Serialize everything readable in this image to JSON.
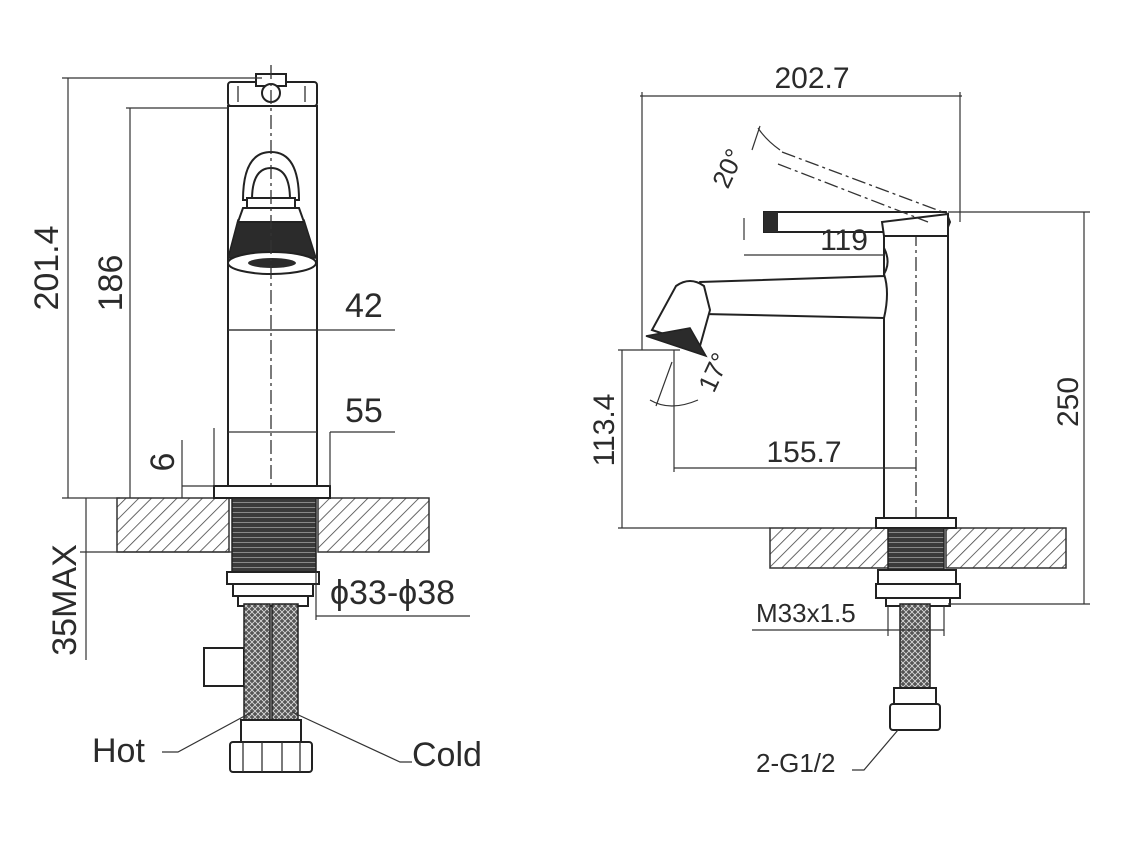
{
  "front_view": {
    "overall_height": "201.4",
    "spout_height": "186",
    "body_width": "42",
    "base_width": "55",
    "base_height": "6",
    "max_deck_thickness": "35MAX",
    "hole_diameter": "ϕ33-ϕ38",
    "hot_label": "Hot",
    "cold_label": "Cold"
  },
  "side_view": {
    "overall_length": "202.7",
    "lever_angle": "20°",
    "lever_length": "119",
    "outlet_height": "113.4",
    "spout_angle": "17°",
    "spout_reach": "155.7",
    "total_height": "250",
    "thread_size": "M33x1.5",
    "hose_connection": "2-G1/2"
  }
}
